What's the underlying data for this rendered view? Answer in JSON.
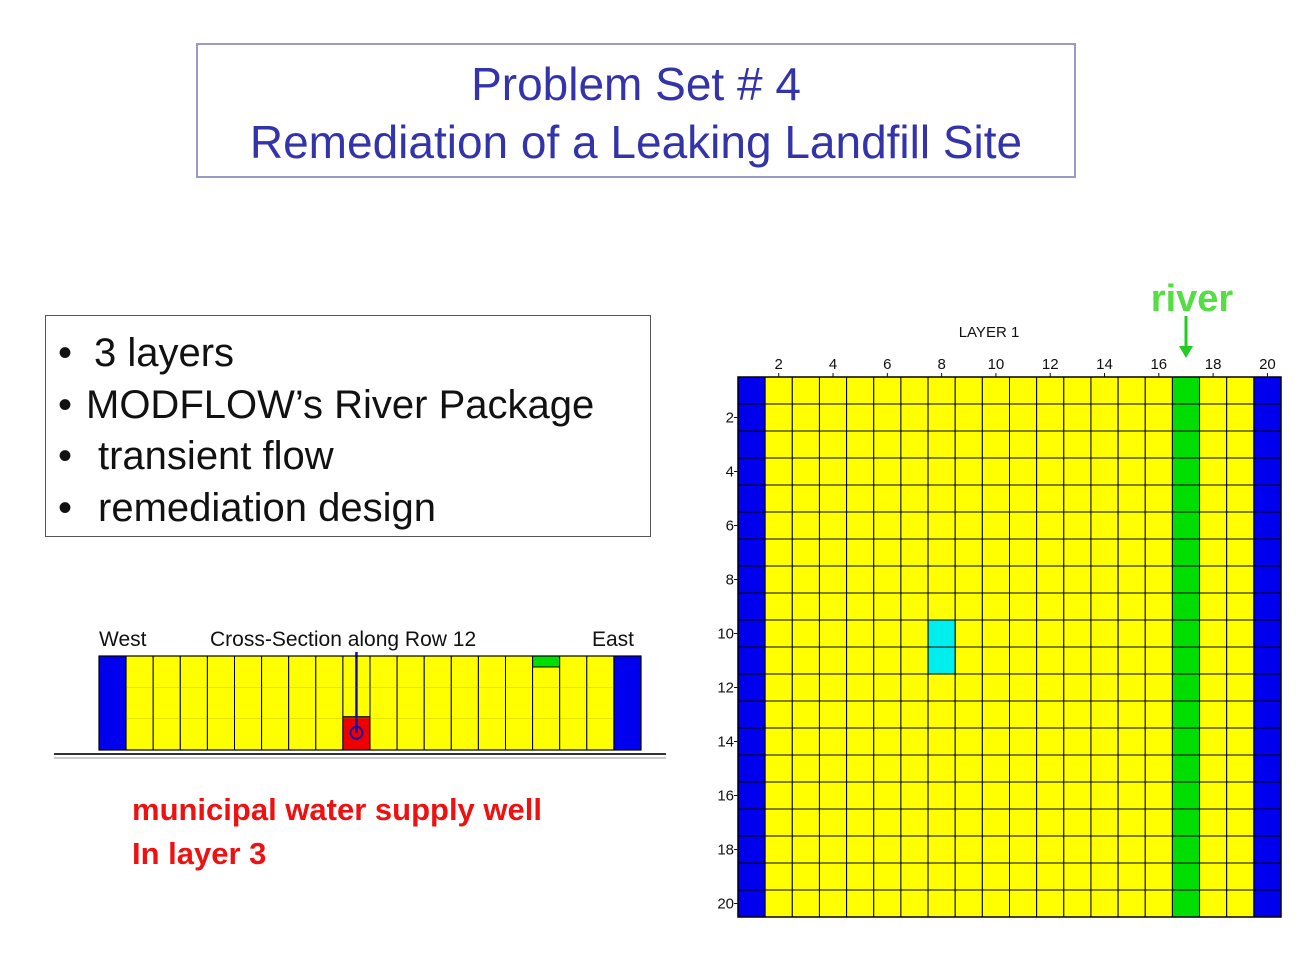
{
  "title": {
    "line1": "Problem Set # 4",
    "line2": "Remediation of a Leaking Landfill Site"
  },
  "bullets": [
    "3 layers",
    "MODFLOW’s River Package",
    "transient flow",
    "remediation design"
  ],
  "cross_section": {
    "west_label": "West",
    "title": "Cross-Section along Row  12",
    "east_label": "East",
    "columns": 20,
    "constant_head_columns": [
      1,
      20
    ],
    "river_column": 17,
    "well_column": 10,
    "well_layer": 3
  },
  "well_annotation": {
    "line1": "municipal water supply well",
    "line2": "In layer 3"
  },
  "grid": {
    "title": "LAYER 1",
    "rows": 20,
    "columns": 20,
    "x_ticks": [
      "2",
      "4",
      "6",
      "8",
      "10",
      "12",
      "14",
      "16",
      "18",
      "20"
    ],
    "y_ticks": [
      "2",
      "4",
      "6",
      "8",
      "10",
      "12",
      "14",
      "16",
      "18",
      "20"
    ],
    "constant_head_columns": [
      1,
      20
    ],
    "river_column": 17,
    "landfill_cells": {
      "column": 8,
      "rows": [
        10,
        11
      ]
    }
  },
  "river_label": "river",
  "colors": {
    "title_text": "#3333aa",
    "active_cell": "#ffff00",
    "constant_head": "#0000ee",
    "river": "#00dd00",
    "landfill": "#00eeee",
    "well": "#ee0000",
    "well_label": "#ee1111",
    "river_label": "#55dd44",
    "grid_line": "#000000"
  }
}
